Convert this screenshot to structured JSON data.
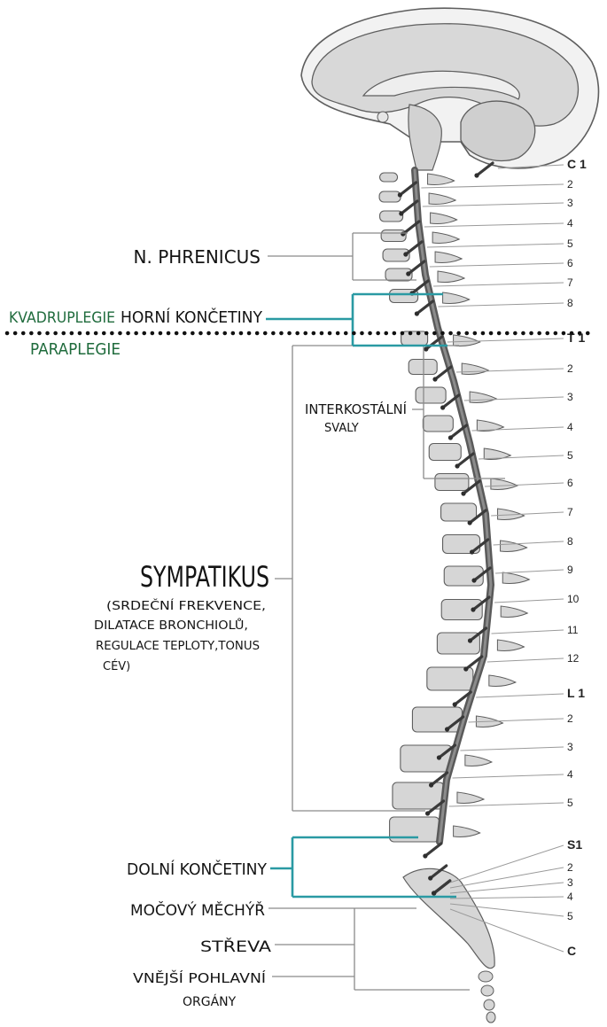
{
  "colors": {
    "teal": "#2a9aa3",
    "green": "#1f6b3c",
    "ink": "#141414",
    "leader": "#8a8a8a",
    "bone": "#d6d6d6",
    "bone_edge": "#5e5e5e",
    "cord": "#5a5a5a"
  },
  "labels": {
    "phrenicus": "N. PHRENICUS",
    "kvadruplegie": "KVADRUPLEGIE",
    "horni_koncetiny": "HORNÍ KONČETINY",
    "paraplegie": "PARAPLEGIE",
    "interkostalni_1": "INTERKOSTÁLNÍ",
    "interkostalni_2": "SVALY",
    "sympatikus": "SYMPATIKUS",
    "sympatikus_note": [
      "(SRDEČNÍ FREKVENCE,",
      "DILATACE BRONCHIOLŮ,",
      "REGULACE TEPLOTY,TONUS",
      "CÉV)"
    ],
    "dolni_koncetiny": "DOLNÍ KONČETINY",
    "mocovy_mechyr": "MOČOVÝ MĚCHÝŘ",
    "streva": "STŘEVA",
    "vnejsi_1": "VNĚJŠÍ POHLAVNÍ",
    "vnejsi_2": "ORGÁNY"
  },
  "segments": [
    {
      "text": "C 1",
      "bold": true
    },
    {
      "text": "2"
    },
    {
      "text": "3"
    },
    {
      "text": "4"
    },
    {
      "text": "5"
    },
    {
      "text": "6"
    },
    {
      "text": "7"
    },
    {
      "text": "8"
    },
    {
      "text": "T 1",
      "bold": true
    },
    {
      "text": "2"
    },
    {
      "text": "3"
    },
    {
      "text": "4"
    },
    {
      "text": "5"
    },
    {
      "text": "6"
    },
    {
      "text": "7"
    },
    {
      "text": "8"
    },
    {
      "text": "9"
    },
    {
      "text": "10"
    },
    {
      "text": "11"
    },
    {
      "text": "12"
    },
    {
      "text": "L 1",
      "bold": true
    },
    {
      "text": "2"
    },
    {
      "text": "3"
    },
    {
      "text": "4"
    },
    {
      "text": "5"
    },
    {
      "text": "S1",
      "bold": true
    },
    {
      "text": "2"
    },
    {
      "text": "3"
    },
    {
      "text": "4"
    },
    {
      "text": "5"
    },
    {
      "text": "C",
      "bold": true
    }
  ]
}
